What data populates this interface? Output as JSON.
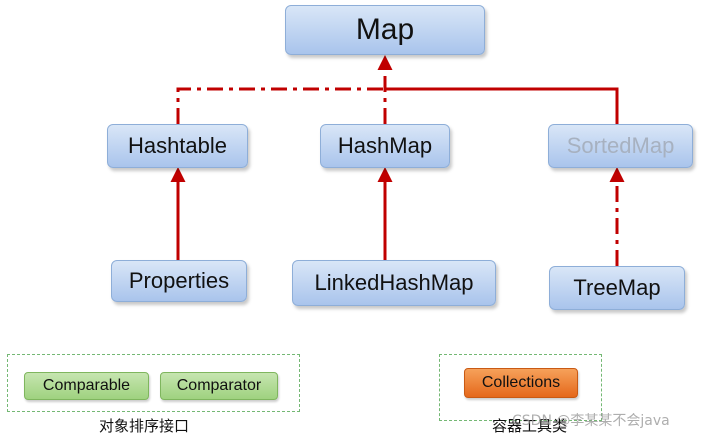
{
  "nodes": {
    "map": "Map",
    "hashtable": "Hashtable",
    "hashmap": "HashMap",
    "sortedmap": "SortedMap",
    "properties": "Properties",
    "linkedhashmap": "LinkedHashMap",
    "treemap": "TreeMap"
  },
  "groups": {
    "sorting": {
      "items": [
        "Comparable",
        "Comparator"
      ],
      "caption": "对象排序接口"
    },
    "tools": {
      "items": [
        "Collections"
      ],
      "caption": "容器工具类"
    }
  },
  "watermark": "CSDN @李某某不会java",
  "colors": {
    "arrow": "#c00000",
    "node_fill": "#b6cdef",
    "group_border": "#74b874",
    "tag_green": "#a9d68a",
    "tag_orange": "#ec7a2c"
  }
}
